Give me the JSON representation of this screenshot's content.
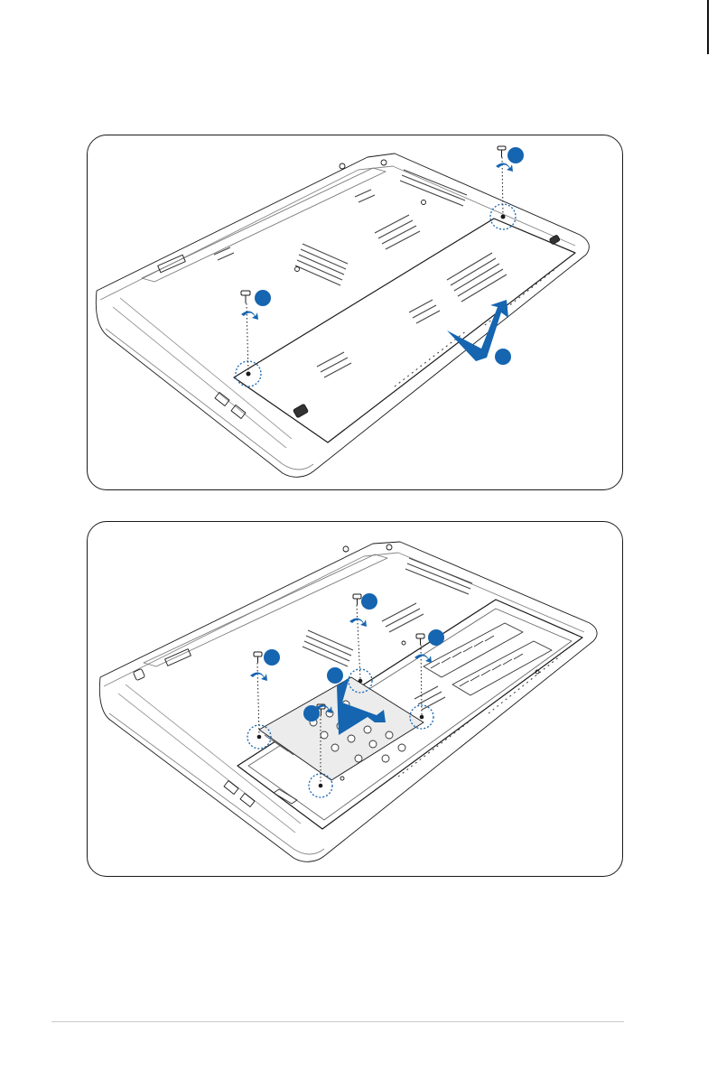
{
  "figures": [
    {
      "id": "remove-compartment-cover",
      "callouts": [
        {
          "step": "",
          "role": "screw"
        },
        {
          "step": "",
          "role": "screw"
        },
        {
          "step": "",
          "role": "slide-cover"
        }
      ]
    },
    {
      "id": "remove-hdd-bay",
      "callouts": [
        {
          "step": "",
          "role": "screw"
        },
        {
          "step": "",
          "role": "screw"
        },
        {
          "step": "",
          "role": "screw"
        },
        {
          "step": "",
          "role": "screw"
        },
        {
          "step": "",
          "role": "lift-drive"
        }
      ]
    }
  ],
  "colors": {
    "accent": "#1565b0",
    "line": "#1a1a1a",
    "panel_border": "#1a1a1a",
    "footer_rule": "#c9c9c9"
  },
  "icons": [
    "screw-icon",
    "rotate-arrow-icon",
    "slide-arrow-icon",
    "lift-arrow-icon",
    "step-badge-icon"
  ]
}
